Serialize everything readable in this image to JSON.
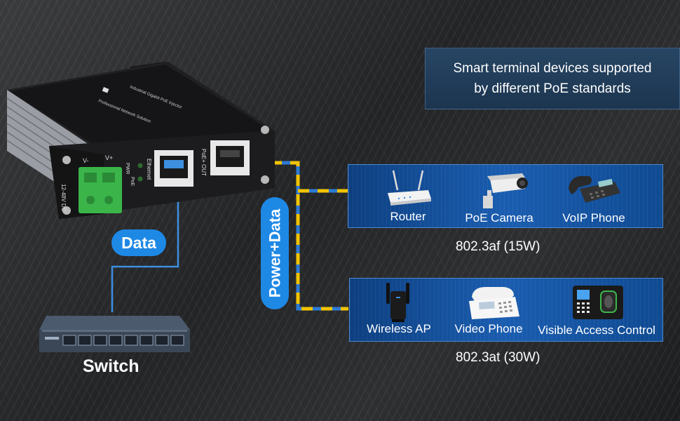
{
  "info_box": {
    "line1": "Smart terminal devices supported",
    "line2": "by different PoE standards"
  },
  "labels": {
    "data": "Data",
    "power_data": "Power+Data",
    "switch": "Switch"
  },
  "injector": {
    "port_in_label": "Ethernet",
    "port_out_label": "PoE+ OUT",
    "led_labels": [
      "PWR",
      "PoE"
    ],
    "power_input": "12-48V DC",
    "terminal_labels": [
      "V-",
      "V+"
    ],
    "top_text_1": "Professional Network Solution",
    "top_text_2": "Industrial Gigabit PoE Injector"
  },
  "groups": [
    {
      "standard": "802.3af (15W)",
      "devices": [
        {
          "label": "Router",
          "icon": "router-icon"
        },
        {
          "label": "PoE Camera",
          "icon": "camera-icon"
        },
        {
          "label": "VoIP Phone",
          "icon": "voip-phone-icon"
        }
      ]
    },
    {
      "standard": "802.3at (30W)",
      "devices": [
        {
          "label": "Wireless AP",
          "icon": "wireless-ap-icon"
        },
        {
          "label": "Video Phone",
          "icon": "video-phone-icon"
        },
        {
          "label": "Visible Access Control",
          "icon": "access-control-icon"
        }
      ]
    }
  ],
  "colors": {
    "data_line": "#3d8fe0",
    "power_line": "#f2c400",
    "pill": "#1e88e5",
    "panel": "#1a5db0",
    "terminal": "#3bb54a"
  }
}
